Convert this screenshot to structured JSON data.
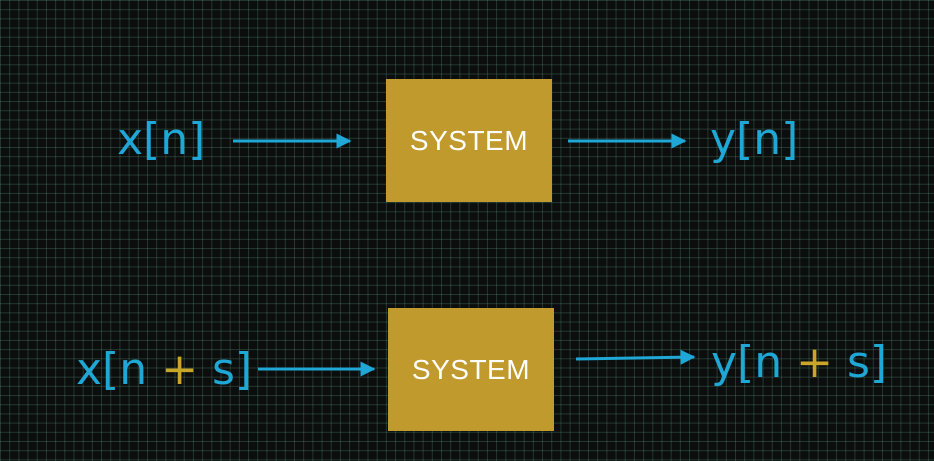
{
  "colors": {
    "signal": "#1fa7d6",
    "operator": "#c9a52a",
    "system_box": "#c09a2c",
    "system_text": "#ffffff",
    "background": "#0c0e0d",
    "grid": "#5a9687"
  },
  "top": {
    "input": {
      "base": "x[n",
      "close": "]"
    },
    "system_label": "SYSTEM",
    "output": {
      "base": "y[n",
      "close": "]"
    }
  },
  "bottom": {
    "input": {
      "base": "x[n ",
      "op": "+",
      "suffix": " s",
      "close": "]"
    },
    "system_label": "SYSTEM",
    "output": {
      "base": "y[n ",
      "op": "+",
      "suffix": " s",
      "close": "]"
    }
  }
}
